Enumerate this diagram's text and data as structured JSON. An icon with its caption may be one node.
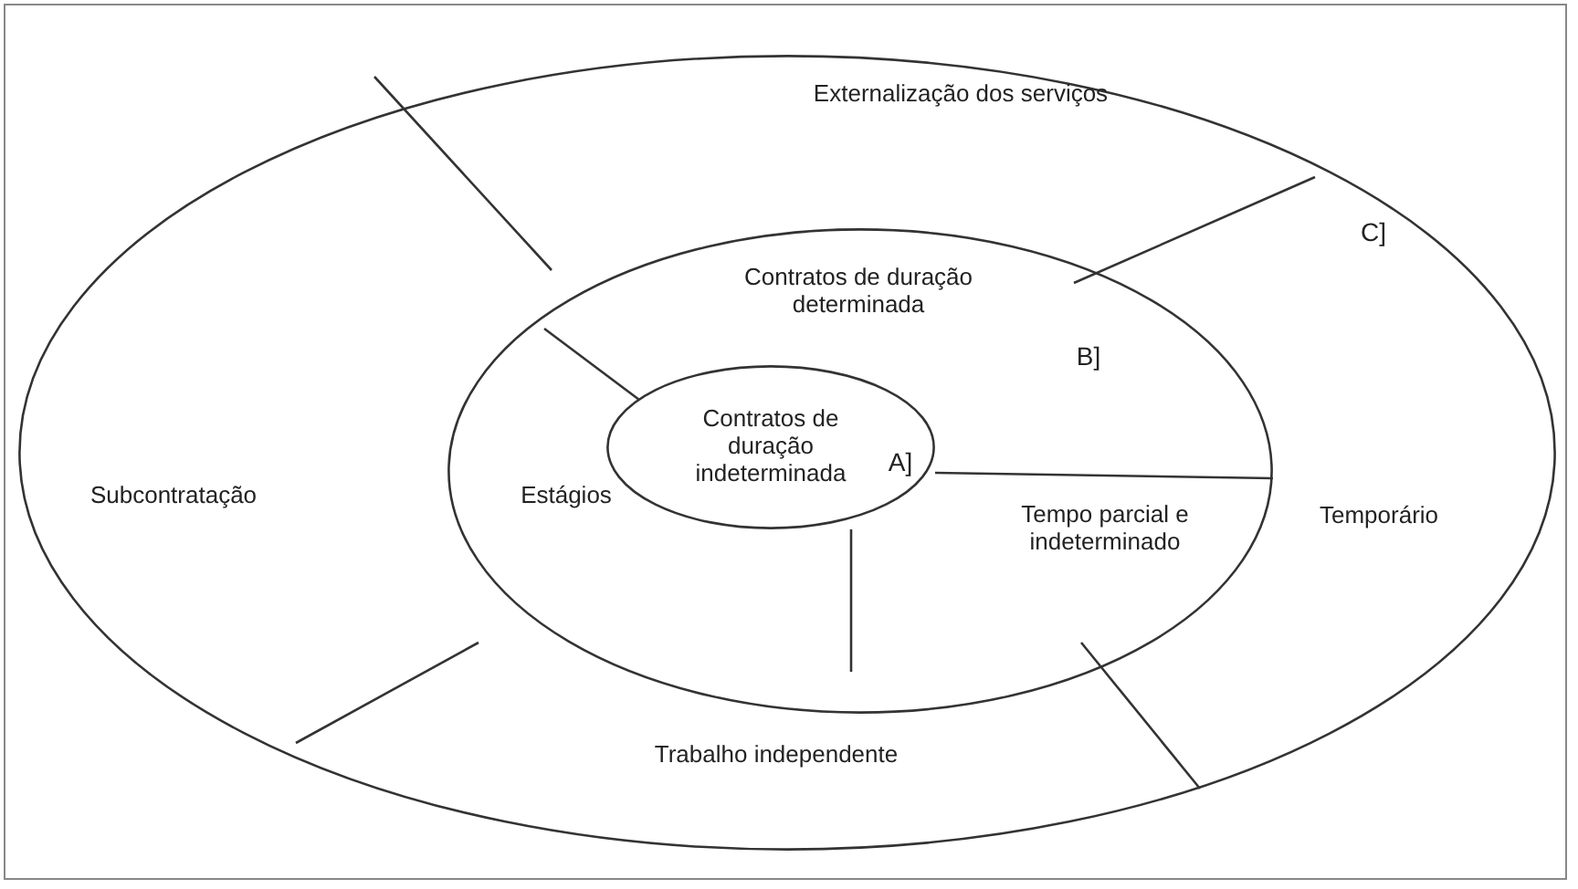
{
  "diagram": {
    "nodes": [
      {
        "text": [],
        "shape": "ellipse"
      },
      {
        "text": [],
        "shape": "ellipse",
        "in": 0
      },
      {
        "text": [
          "Contratos de duração indeterminada"
        ],
        "in": 1
      }
    ],
    "edges": [],
    "labels": [
      "Externalização dos serviços",
      "Contratos de duração determinada",
      "C]",
      "B]",
      "Subcontratação",
      "Estágios",
      "A]",
      "Tempo parcial e indeterminado",
      "Temporário",
      "Trabalho independente"
    ]
  }
}
